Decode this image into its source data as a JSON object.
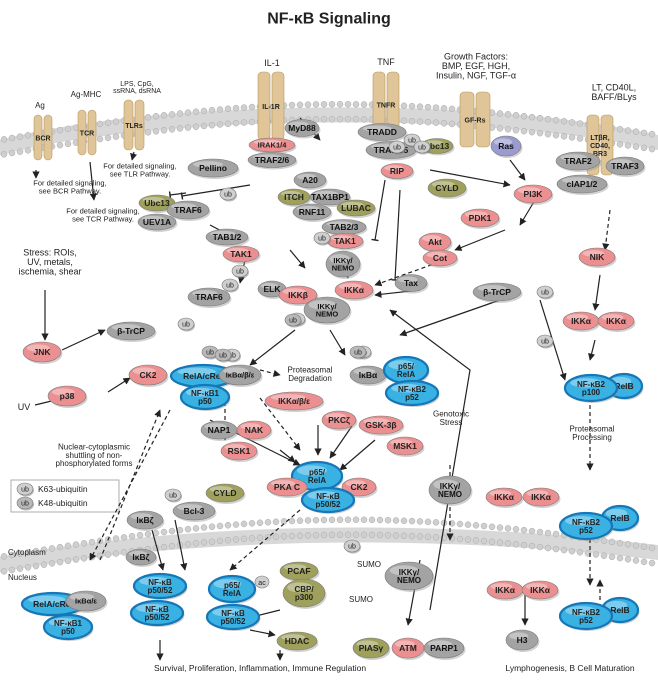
{
  "title": "NF-κB Signaling",
  "compartments": {
    "cytoplasm": "Cytoplasm",
    "nucleus": "Nucleus"
  },
  "colors": {
    "red": "#ec8f90",
    "gray": "#a3a3a3",
    "olive": "#9ea05b",
    "blue": "#3ab1e3",
    "purple": "#9b9bd0",
    "tan": "#dfc597",
    "mem": "#d8d8d8"
  },
  "receptor_top_labels": {
    "ag": "Ag",
    "ag_mhc": "Ag-MHC",
    "lps": [
      "LPS, CpG,",
      "ssRNA, dsRNA"
    ],
    "il1": "IL-1",
    "tnf": "TNF",
    "growth": [
      "Growth Factors:",
      "BMP, EGF, HGH,",
      "Insulin, NGF, TGF-α"
    ],
    "lt": [
      "LT, CD40L,",
      "BAFF/BLys"
    ]
  },
  "receptor_labels": {
    "bcr": "BCR",
    "tcr": "TCR",
    "tlrs": "TLRs",
    "il1r": "IL-1R",
    "tnfr": "TNFR",
    "gfrs": "GF-Rs",
    "ltbr": [
      "LTβR,",
      "CD40,",
      "BR3"
    ]
  },
  "notes": {
    "bcr": [
      "For detailed signaling,",
      "see BCR Pathway."
    ],
    "tlr": [
      "For detailed signaling,",
      "see TLR Pathway."
    ],
    "tcr": [
      "For detailed signaling,",
      "see TCR Pathway."
    ],
    "stress": [
      "Stress: ROIs,",
      "UV, metals,",
      "ischemia, shear"
    ],
    "uv": "UV",
    "degradation": [
      "Proteasomal",
      "Degradation"
    ],
    "genotoxic": [
      "Genotoxic",
      "Stress"
    ],
    "shuttling": [
      "Nuclear-cytoplasmic",
      "shuttling of non-",
      "phosphorylated forms"
    ],
    "processing": [
      "Proteasomal",
      "Processing"
    ],
    "survival": "Survival, Proliferation, Inflammation, Immune Regulation",
    "lympho": "Lymphogenesis, B Cell Maturation"
  },
  "legend": {
    "k63": "K63-ubiquitin",
    "k48": "K48-ubiquitin"
  },
  "tags": {
    "ub": "ub",
    "sumo": "SUMO",
    "ac": "ac"
  },
  "nodes": {
    "irak": "IRAK1/4",
    "myd88": "MyD88",
    "traf26": "TRAF2/6",
    "pellino": "Pellino",
    "ubc13a": "Ubc13",
    "uev1a": "UEV1A",
    "traf6a": "TRAF6",
    "a20": "A20",
    "itch": "ITCH",
    "tax1bp1": "TAX1BP1",
    "rnf11": "RNF11",
    "tradd": "TRADD",
    "traf25": "TRAF2/5",
    "ubc13b": "ubc13",
    "rip": "RIP",
    "cyld1": "CYLD",
    "lubac": "LUBAC",
    "tab12": "TAB1/2",
    "tak1a": "TAK1",
    "tab23": "TAB2/3",
    "tak1b": "TAK1",
    "traf6b": "TRAF6",
    "elk": "ELK",
    "ikkb": "IKKβ",
    "ikka1": "IKKα",
    "ikkg1": [
      "IKKγ/",
      "NEMO"
    ],
    "nemo1": [
      "IKKγ/",
      "NEMO"
    ],
    "akt": "Akt",
    "cot": "Cot",
    "tax": "Tax",
    "pdk1": "PDK1",
    "pi3k": "PI3K",
    "gfrs_ras": "Ras",
    "traf2": "TRAF2",
    "traf3": "TRAF3",
    "ciap": "cIAP1/2",
    "nik": "NIK",
    "ikka2": "IKKα",
    "ikka3": "IKKα",
    "btrcp1": "β-TrCP",
    "btrcp2": "β-TrCP",
    "jnk": "JNK",
    "ck2a": "CK2",
    "p38": "p38",
    "relacrel1": "RelA/cRel",
    "ikbabe1": "IκBα/β/ε",
    "nfkb1a": [
      "NF-κB1",
      "p50"
    ],
    "ikba2": "IκBα",
    "p65rela1": [
      "p65/",
      "RelA"
    ],
    "nfkb2a": [
      "NF-κB2",
      "p52"
    ],
    "ikkabe": "IKKα/β/ε",
    "pkcz": "PKCζ",
    "gsk3b": "GSK-3β",
    "msk1": "MSK1",
    "nap1": "NAP1",
    "nak": "NAK",
    "rsk1": "RSK1",
    "p65rela2": [
      "p65/",
      "RelA"
    ],
    "pkac": "PKA C",
    "ck2b": "CK2",
    "nfkb3": [
      "NF-κB",
      "p50/52"
    ],
    "cyld2": "CYLD",
    "ikbz": "IκBζ",
    "bcl3": "Bcl-3",
    "nemo2": [
      "IKKγ/",
      "NEMO"
    ],
    "nemo3": [
      "IKKγ/",
      "NEMO"
    ],
    "relb1": "RelB",
    "nfkb2p100": [
      "NF-κB2",
      "p100"
    ],
    "ikka4": "IKKα",
    "ikka5": "IKKα",
    "relb2": "RelB",
    "nfkb2b": [
      "NF-κB2",
      "p52"
    ],
    "relacrel2": "RelA/cRel",
    "ikbae": "IκBα/ε",
    "nfkb1b": [
      "NF-κB1",
      "p50"
    ],
    "ikbz2": "IκBζ",
    "nfkb4": [
      "NF-κB",
      "p50/52"
    ],
    "nfkb5": [
      "NF-κB",
      "p50/52"
    ],
    "p65rela3": [
      "p65/",
      "RelA"
    ],
    "nfkb6": [
      "NF-κB",
      "p50/52"
    ],
    "pcaf": "PCAF",
    "cbp": [
      "CBP/",
      "p300"
    ],
    "hdac": "HDAC",
    "pias": "PIASγ",
    "atm": "ATM",
    "parp1": "PARP1",
    "ikka6": "IKKα",
    "ikka7": "IKKα",
    "h3": "H3",
    "relb3": "RelB",
    "nfkb2c": [
      "NF-κB2",
      "p52"
    ]
  }
}
